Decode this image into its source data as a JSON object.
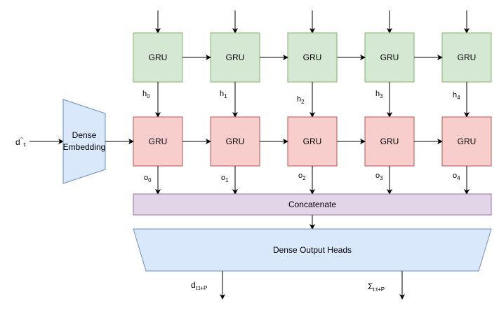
{
  "colors": {
    "gru_top_fill": "#d5e8d4",
    "gru_top_stroke": "#82b366",
    "gru_bottom_fill": "#f8cecc",
    "gru_bottom_stroke": "#b85450",
    "concat_fill": "#e1d5e7",
    "concat_stroke": "#9673a6",
    "dense_fill": "#dae8fc",
    "dense_stroke": "#6c8ebf"
  },
  "gru_label": "GRU",
  "hidden_states": [
    {
      "base": "h",
      "sub": "0"
    },
    {
      "base": "h",
      "sub": "1"
    },
    {
      "base": "h",
      "sub": "2"
    },
    {
      "base": "h",
      "sub": "3"
    },
    {
      "base": "h",
      "sub": "4"
    }
  ],
  "outputs": [
    {
      "base": "o",
      "sub": "0"
    },
    {
      "base": "o",
      "sub": "1"
    },
    {
      "base": "o",
      "sub": "2"
    },
    {
      "base": "o",
      "sub": "3"
    },
    {
      "base": "o",
      "sub": "4"
    }
  ],
  "input": {
    "base": "d",
    "sup": "~",
    "sub": "t:"
  },
  "dense_embedding": {
    "line1": "Dense",
    "line2": "Embedding"
  },
  "concatenate_label": "Concatenate",
  "dense_output_label": "Dense Output Heads",
  "out_mean": {
    "base": "d",
    "sub": "t:t+P"
  },
  "out_cov": {
    "base": "Σ",
    "sub": "t:t+P"
  }
}
